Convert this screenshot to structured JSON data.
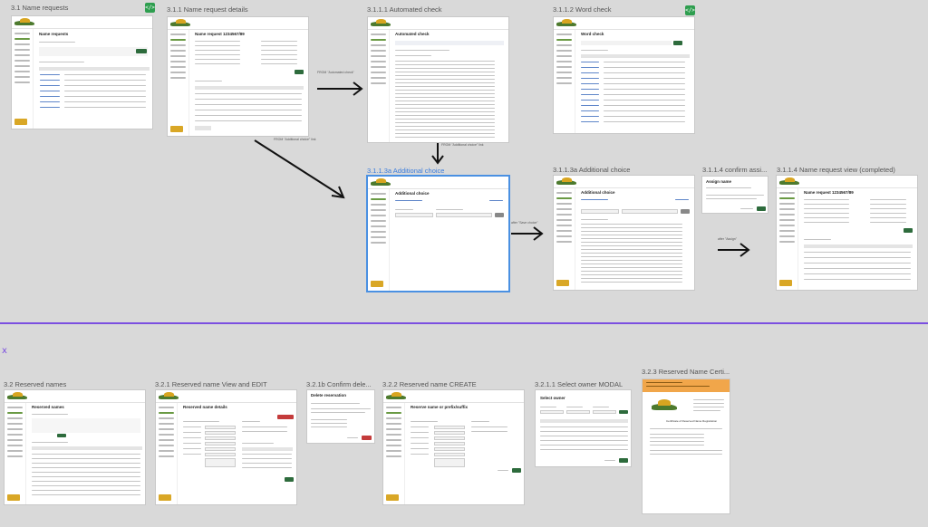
{
  "frames": {
    "f1": {
      "title": "3.1 Name requests",
      "page_title": "Name requests"
    },
    "f2": {
      "title": "3.1.1 Name request details",
      "page_title": "Name request 1234567/89"
    },
    "f3": {
      "title": "3.1.1.1 Automated check",
      "page_title": "Automated check"
    },
    "f4": {
      "title": "3.1.1.2 Word check",
      "page_title": "Word check"
    },
    "f5": {
      "title": "3.1.1.3a Additional choice",
      "page_title": "Additional choice"
    },
    "f6": {
      "title": "3.1.1.3a Additional choice",
      "page_title": "Additional choice"
    },
    "f7": {
      "title": "3.1.1.4 confirm assi...",
      "page_title": "Assign name"
    },
    "f8": {
      "title": "3.1.1.4 Name request view (completed)",
      "page_title": "Name request 1234567/89"
    },
    "f9": {
      "title": "3.2 Reserved names",
      "page_title": "Reserved names"
    },
    "f10": {
      "title": "3.2.1 Reserved name View and EDIT",
      "page_title": "Reserved name details"
    },
    "f11": {
      "title": "3.2.1b Confirm dele...",
      "page_title": "Delete reservation"
    },
    "f12": {
      "title": "3.2.2 Reserved name CREATE",
      "page_title": "Reserve name or prefix/suffix"
    },
    "f13": {
      "title": "3.2.1.1 Select owner MODAL",
      "page_title": "Select owner"
    },
    "f14": {
      "title": "3.2.3 Reserved Name Certi...",
      "page_title": "Certificate of Reserved Name Registration"
    }
  },
  "notes": {
    "n1": "FROM \"Automated check\"",
    "n2": "FROM \"Additional choice\" link",
    "n3": "FROM \"Additional choice\" link",
    "n4": "after \"Save choice\"",
    "n5": "after \"Assign\""
  },
  "code_badge": "</>",
  "section_marker": "x"
}
